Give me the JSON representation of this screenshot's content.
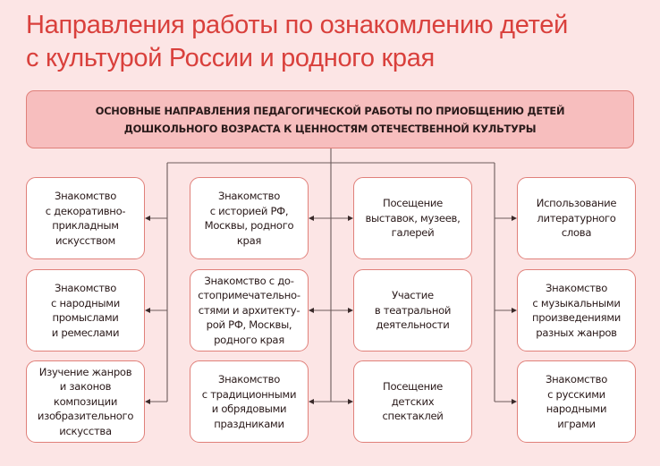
{
  "title": {
    "lines": [
      "Направления работы по ознакомлению детей",
      "с культурой России и родного края"
    ]
  },
  "header_box": {
    "lines": [
      "ОСНОВНЫЕ НАПРАВЛЕНИЯ ПЕДАГОГИЧЕСКОЙ РАБОТЫ ПО ПРИОБЩЕНИЮ ДЕТЕЙ",
      "ДОШКОЛЬНОГО ВОЗРАСТА К ЦЕННОСТЯМ ОТЕЧЕСТВЕННОЙ КУЛЬТУРЫ"
    ]
  },
  "columns": [
    {
      "cards": [
        {
          "lines": [
            "Знакомство",
            "с декоративно-",
            "прикладным",
            "искусством"
          ]
        },
        {
          "lines": [
            "Знакомство",
            "с народными",
            "промыслами",
            "и ремеслами"
          ]
        },
        {
          "lines": [
            "Изучение жанров",
            "и законов",
            "композиции",
            "изобразительного",
            "искусства"
          ]
        }
      ]
    },
    {
      "cards": [
        {
          "lines": [
            "Знакомство",
            "с историей РФ,",
            "Москвы, родного",
            "края"
          ]
        },
        {
          "lines": [
            "Знакомство с до-",
            "стопримечательно-",
            "стями и архитекту-",
            "рой РФ, Москвы,",
            "родного края"
          ]
        },
        {
          "lines": [
            "Знакомство",
            "с традиционными",
            "и обрядовыми",
            "праздниками"
          ]
        }
      ]
    },
    {
      "cards": [
        {
          "lines": [
            "Посещение",
            "выставок, музеев,",
            "галерей"
          ]
        },
        {
          "lines": [
            "Участие",
            "в театральной",
            "деятельности"
          ]
        },
        {
          "lines": [
            "Посещение",
            "детских",
            "спектаклей"
          ]
        }
      ]
    },
    {
      "cards": [
        {
          "lines": [
            "Использование",
            "литературного",
            "слова"
          ]
        },
        {
          "lines": [
            "Знакомство",
            "с музыкальными",
            "произведениями",
            "разных жанров"
          ]
        },
        {
          "lines": [
            "Знакомство",
            "с русскими",
            "народными",
            "играми"
          ]
        }
      ]
    }
  ],
  "colors": {
    "background": "#FCE5E5",
    "title": "#D9403C",
    "header_fill": "#F7BEBE",
    "border": "#E0807A",
    "card_fill": "#FFFFFF",
    "connector": "#5a4a4a",
    "text": "#2a1a1a"
  }
}
